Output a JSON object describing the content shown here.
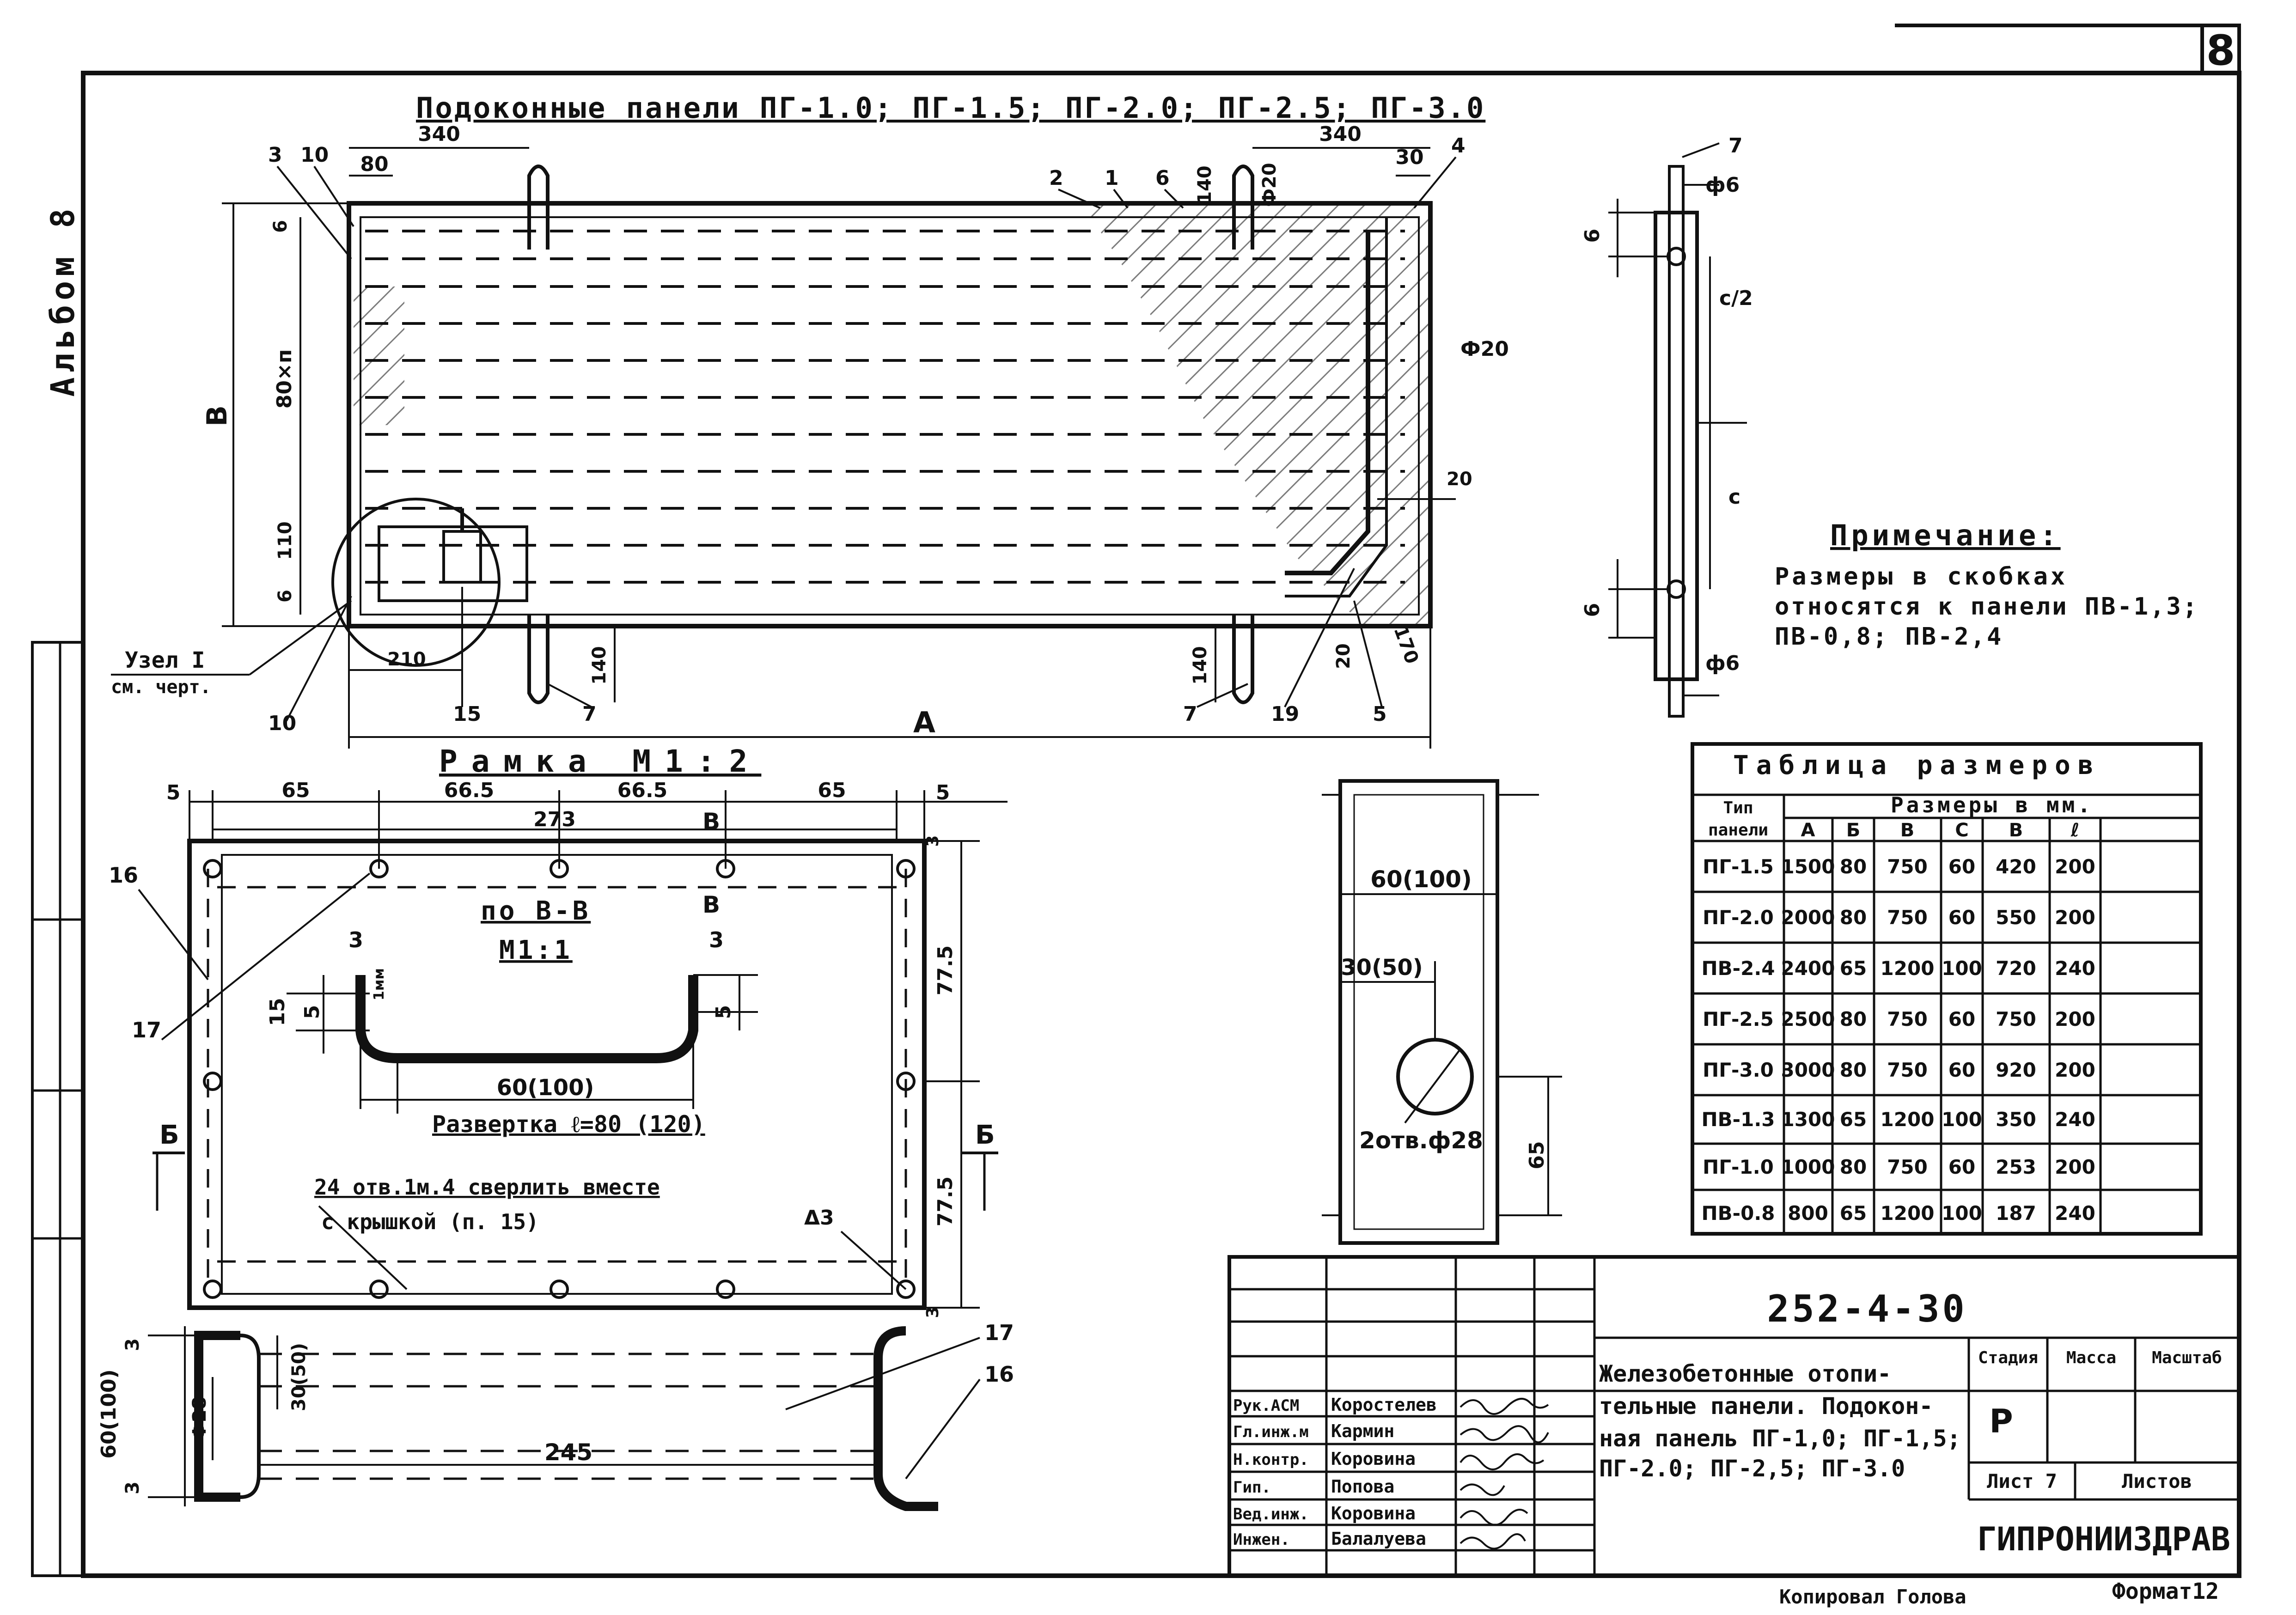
{
  "sheet": {
    "number": "8",
    "album": "Альбом 8",
    "format": "Формат12",
    "copyist": "Копировал  Голова"
  },
  "main_view": {
    "title": "Подоконные панели ПГ-1.0; ПГ-1.5; ПГ-2.0; ПГ-2.5; ПГ-3.0",
    "dims": {
      "d340_left": "340",
      "d340_right": "340",
      "d80_top": "80",
      "d30_top": "30",
      "d140_top": "140",
      "phi20_top": "Ф20",
      "phi20_side": "Ф20",
      "d6_top": "6",
      "d80n": "80×п",
      "d110": "110",
      "d6_bottom": "6",
      "dB": "В",
      "d210": "210",
      "d140_left": "140",
      "d140_right": "140",
      "dA": "А",
      "d20_side": "20",
      "d20_bottom": "20",
      "d170": "170"
    },
    "callouts": [
      "3",
      "10",
      "2",
      "1",
      "6",
      "4",
      "10",
      "15",
      "7",
      "7",
      "19",
      "5"
    ],
    "node_label_1": "Узел I",
    "node_label_2": "см. черт."
  },
  "frame_view": {
    "title": "Рамка  М1:2",
    "dims": {
      "d5_left": "5",
      "d65_left": "65",
      "d665_left": "66.5",
      "d665_right": "66.5",
      "d65_right": "65",
      "d5_right": "5",
      "d273": "273",
      "d3_top": "3",
      "d775_top": "77.5",
      "d775_bottom": "77.5",
      "d3_bottom": "3"
    },
    "labels": {
      "B1": "В",
      "B2": "В",
      "b_left": "Б",
      "b_right": "Б",
      "c16": "16",
      "c17": "17",
      "delta3": "Δ3"
    },
    "holes_note_1": "24 отв.1м.4 сверлить вместе",
    "holes_note_2": "с крышкой (п. 15)"
  },
  "section_bb": {
    "title": "по В-В",
    "scale": "М1:1",
    "dims": {
      "d3_left": "3",
      "d3_right": "3",
      "d1mm": "1мм",
      "d15": "15",
      "d5_left": "5",
      "d5_right": "5",
      "d60": "60(100)"
    },
    "unfold": "Развертка ℓ=80 (120)"
  },
  "section_bottom": {
    "dims": {
      "d3_top": "3",
      "d3_bottom": "3",
      "d60_100": "60(100)",
      "phi28": "Ф28",
      "d30_50": "30(50)",
      "d245": "245"
    },
    "callouts": [
      "17",
      "16"
    ]
  },
  "plate_view": {
    "dims": {
      "d60_100": "60(100)",
      "d30_50": "30(50)",
      "holes": "2отв.ф28",
      "d65": "65"
    }
  },
  "rod_view": {
    "labels": {
      "c7": "7",
      "phi6_top": "ф6",
      "d6_top": "6",
      "c2": "с/2",
      "c": "с",
      "d6_bottom": "6",
      "phi6_bottom": "ф6"
    }
  },
  "note": {
    "title": "Примечание:",
    "lines": [
      "Размеры в скобках",
      "относятся к панели ПВ-1,3;",
      "ПВ-0,8; ПВ-2,4"
    ]
  },
  "size_table": {
    "title": "Таблица размеров",
    "col_type_1": "Тип",
    "col_type_2": "панели",
    "group_header": "Размеры в мм.",
    "columns": [
      "А",
      "Б",
      "В",
      "С",
      "В",
      "ℓ"
    ],
    "rows": [
      [
        "ПГ-1.5",
        "1500",
        "80",
        "750",
        "60",
        "420",
        "200"
      ],
      [
        "ПГ-2.0",
        "2000",
        "80",
        "750",
        "60",
        "550",
        "200"
      ],
      [
        "ПВ-2.4",
        "2400",
        "65",
        "1200",
        "100",
        "720",
        "240"
      ],
      [
        "ПГ-2.5",
        "2500",
        "80",
        "750",
        "60",
        "750",
        "200"
      ],
      [
        "ПГ-3.0",
        "3000",
        "80",
        "750",
        "60",
        "920",
        "200"
      ],
      [
        "ПВ-1.3",
        "1300",
        "65",
        "1200",
        "100",
        "350",
        "240"
      ],
      [
        "ПГ-1.0",
        "1000",
        "80",
        "750",
        "60",
        "253",
        "200"
      ],
      [
        "ПВ-0.8",
        "800",
        "65",
        "1200",
        "100",
        "187",
        "240"
      ]
    ]
  },
  "title_block": {
    "code": "252-4-30",
    "title_lines": [
      "Железобетонные отопи-",
      "тельные панели. Подокон-",
      "ная панель ПГ-1,0; ПГ-1,5;",
      "ПГ-2.0; ПГ-2,5; ПГ-3.0"
    ],
    "h_stage": "Стадия",
    "h_mass": "Масса",
    "h_scale": "Масштаб",
    "stage": "Р",
    "sheet_label": "Лист 7",
    "sheets_label": "Листов",
    "org": "ГИПРОНИИЗДРАВ",
    "people": [
      {
        "role": "Рук.АСМ",
        "name": "Коростелев"
      },
      {
        "role": "Гл.инж.м",
        "name": "Кармин"
      },
      {
        "role": "Н.контр.",
        "name": "Коровина"
      },
      {
        "role": "Гип.",
        "name": "Попова"
      },
      {
        "role": "Вед.инж.",
        "name": "Коровина"
      },
      {
        "role": "Инжен.",
        "name": "Балалуева"
      }
    ]
  }
}
